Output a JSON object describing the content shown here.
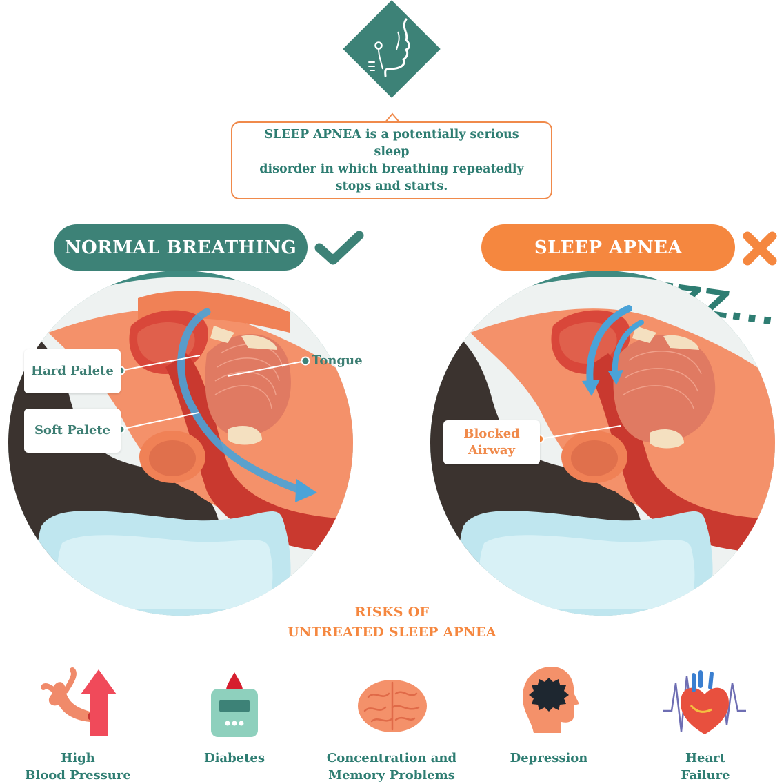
{
  "intro": {
    "text_line1": "SLEEP APNEA is a potentially serious sleep",
    "text_line2": "disorder in which breathing repeatedly",
    "text_line3": "stops and starts."
  },
  "panels": {
    "normal": {
      "title": "NORMAL BREATHING",
      "status_icon": "check-icon"
    },
    "apnea": {
      "title": "SLEEP APNEA",
      "status_icon": "cross-icon",
      "snore_text": "ZZZ..."
    }
  },
  "labels": {
    "hard_palate": "Hard Palete",
    "soft_palate": "Soft Palete",
    "tongue": "Tongue",
    "blocked_line1": "Blocked",
    "blocked_line2": "Airway"
  },
  "risks": {
    "title_line1": "RISKS OF",
    "title_line2": "UNTREATED SLEEP APNEA",
    "items": [
      {
        "line1": "High",
        "line2": "Blood Pressure",
        "icon": "blood-pressure-icon"
      },
      {
        "line1": "Diabetes",
        "line2": "",
        "icon": "glucose-meter-icon"
      },
      {
        "line1": "Concentration and",
        "line2": "Memory Problems",
        "icon": "brain-icon"
      },
      {
        "line1": "Depression",
        "line2": "",
        "icon": "depression-head-icon"
      },
      {
        "line1": "Heart",
        "line2": "Failure",
        "icon": "heart-icon"
      }
    ]
  },
  "colors": {
    "teal": "#3d8277",
    "teal_dark": "#2e7d72",
    "orange": "#f5873f",
    "skin": "#f4916a",
    "airway_blue": "#4aa3d8",
    "pillow": "#bfe6ef"
  }
}
